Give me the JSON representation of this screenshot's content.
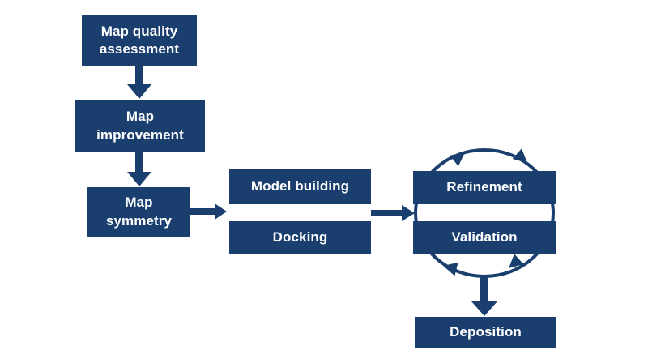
{
  "colors": {
    "accent": "#1a3e6e",
    "background": "#ffffff",
    "node_text": "#ffffff"
  },
  "nodes": {
    "map_quality": {
      "label": "Map quality\nassessment"
    },
    "map_improvement": {
      "label": "Map\nimprovement"
    },
    "map_symmetry": {
      "label": "Map\nsymmetry"
    },
    "model_building": {
      "label": "Model building"
    },
    "docking": {
      "label": "Docking"
    },
    "refinement": {
      "label": "Refinement"
    },
    "validation": {
      "label": "Validation"
    },
    "deposition": {
      "label": "Deposition"
    }
  },
  "connections": [
    {
      "from": "Map quality assessment",
      "to": "Map improvement",
      "type": "arrow-down"
    },
    {
      "from": "Map improvement",
      "to": "Map symmetry",
      "type": "arrow-down"
    },
    {
      "from": "Map symmetry",
      "to": "Model building / Docking",
      "type": "arrow-right"
    },
    {
      "from": "Model building / Docking",
      "to": "Refinement / Validation",
      "type": "arrow-right"
    },
    {
      "from": "Refinement",
      "to": "Validation",
      "type": "clockwise-cycle"
    },
    {
      "from": "Refinement / Validation",
      "to": "Deposition",
      "type": "arrow-down"
    }
  ]
}
